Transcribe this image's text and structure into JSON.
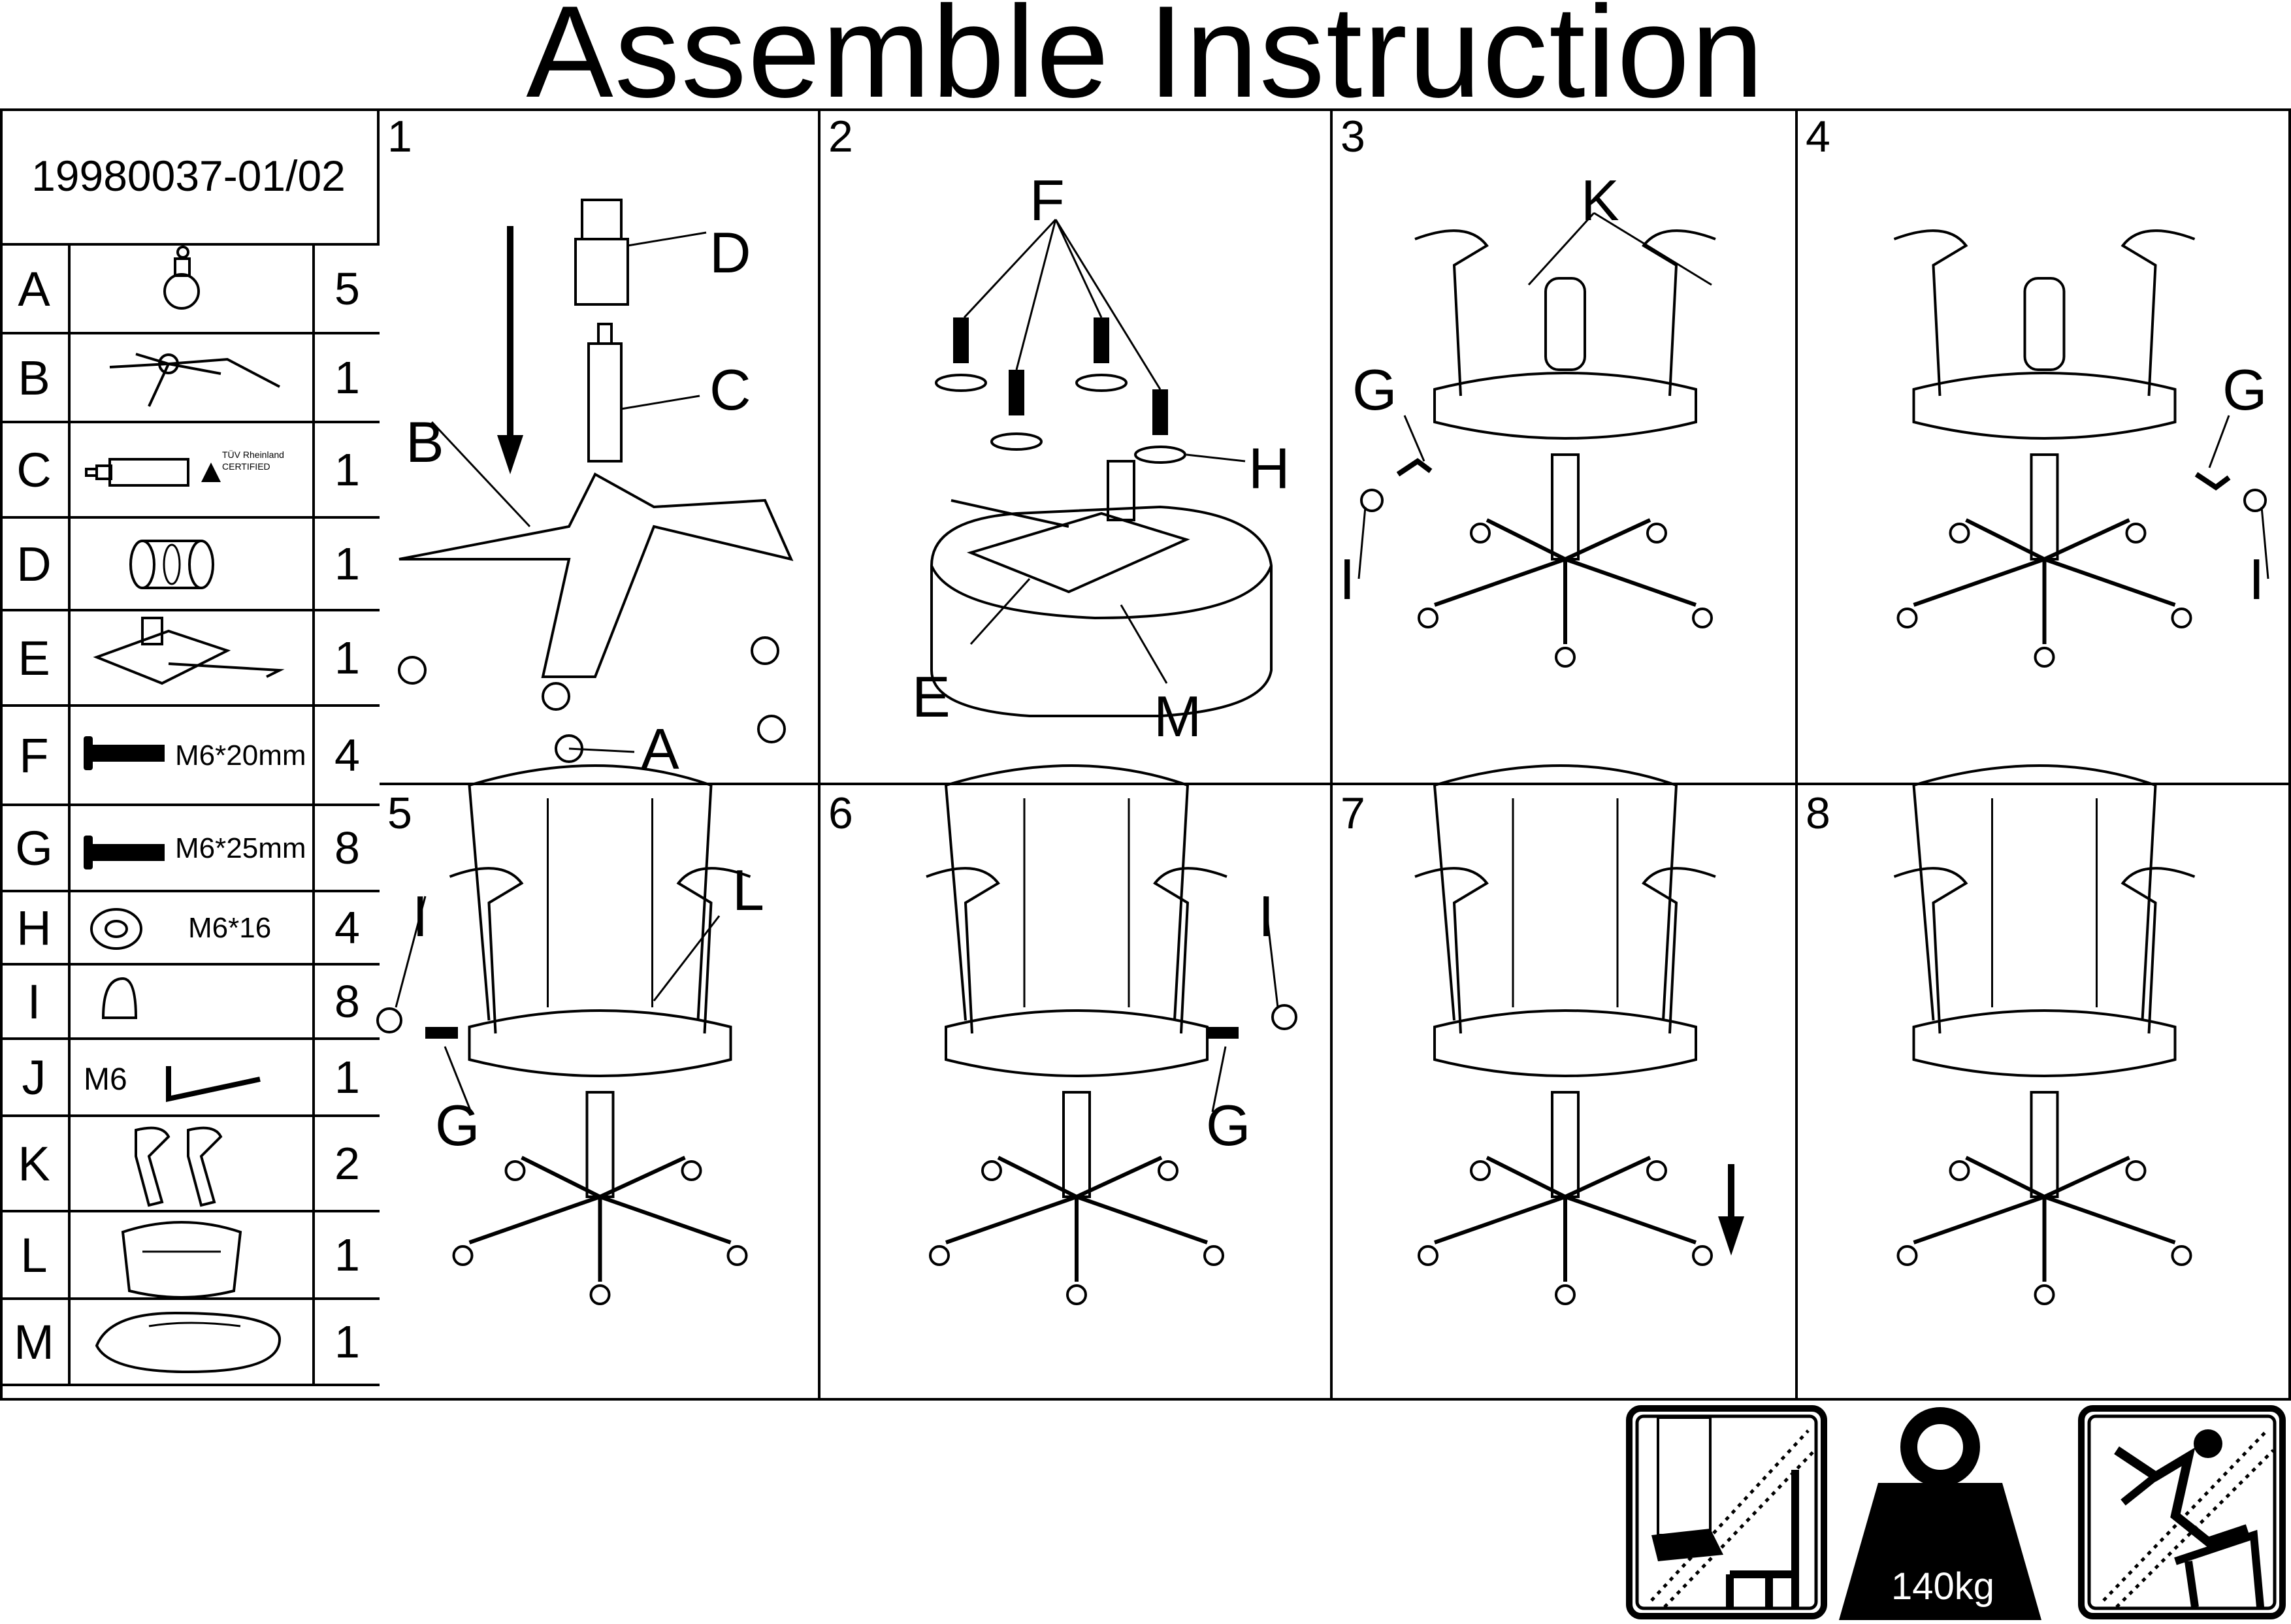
{
  "title": "Assemble Instruction",
  "model": "19980037-01/02",
  "parts": [
    {
      "letter": "A",
      "qty": "5",
      "spec": "",
      "icon": "caster-wheel-icon"
    },
    {
      "letter": "B",
      "qty": "1",
      "spec": "",
      "icon": "five-star-base-icon"
    },
    {
      "letter": "C",
      "qty": "1",
      "spec": "",
      "icon": "gas-lift-icon",
      "cert_line1": "TÜV Rheinland",
      "cert_line2": "CERTIFIED"
    },
    {
      "letter": "D",
      "qty": "1",
      "spec": "",
      "icon": "cylinder-cover-icon"
    },
    {
      "letter": "E",
      "qty": "1",
      "spec": "",
      "icon": "tilt-mechanism-icon"
    },
    {
      "letter": "F",
      "qty": "4",
      "spec": "M6*20mm",
      "icon": "bolt-icon"
    },
    {
      "letter": "G",
      "qty": "8",
      "spec": "M6*25mm",
      "icon": "bolt-icon"
    },
    {
      "letter": "H",
      "qty": "4",
      "spec": "M6*16",
      "icon": "washer-icon"
    },
    {
      "letter": "I",
      "qty": "8",
      "spec": "",
      "icon": "cap-icon"
    },
    {
      "letter": "J",
      "qty": "1",
      "spec": "M6",
      "icon": "allen-key-icon"
    },
    {
      "letter": "K",
      "qty": "2",
      "spec": "",
      "icon": "armrest-pair-icon"
    },
    {
      "letter": "L",
      "qty": "1",
      "spec": "",
      "icon": "backrest-icon"
    },
    {
      "letter": "M",
      "qty": "1",
      "spec": "",
      "icon": "seat-cushion-icon"
    }
  ],
  "steps": [
    {
      "number": "1",
      "labels": {
        "d": "D",
        "c": "C",
        "b": "B",
        "a": "A"
      }
    },
    {
      "number": "2",
      "labels": {
        "f": "F",
        "h": "H",
        "e": "E",
        "m": "M"
      }
    },
    {
      "number": "3",
      "labels": {
        "k": "K",
        "g": "G",
        "i": "I"
      }
    },
    {
      "number": "4",
      "labels": {
        "g": "G",
        "i": "I"
      }
    },
    {
      "number": "5",
      "labels": {
        "i": "I",
        "l": "L",
        "g": "G"
      }
    },
    {
      "number": "6",
      "labels": {
        "i": "I",
        "g": "G"
      }
    },
    {
      "number": "7",
      "labels": {}
    },
    {
      "number": "8",
      "labels": {}
    }
  ],
  "warnings": {
    "no_standing_icon": "no-standing-on-chair-icon",
    "max_weight_icon": "max-weight-icon",
    "max_weight": "140kg",
    "no_tipping_icon": "no-tipping-chair-icon"
  }
}
